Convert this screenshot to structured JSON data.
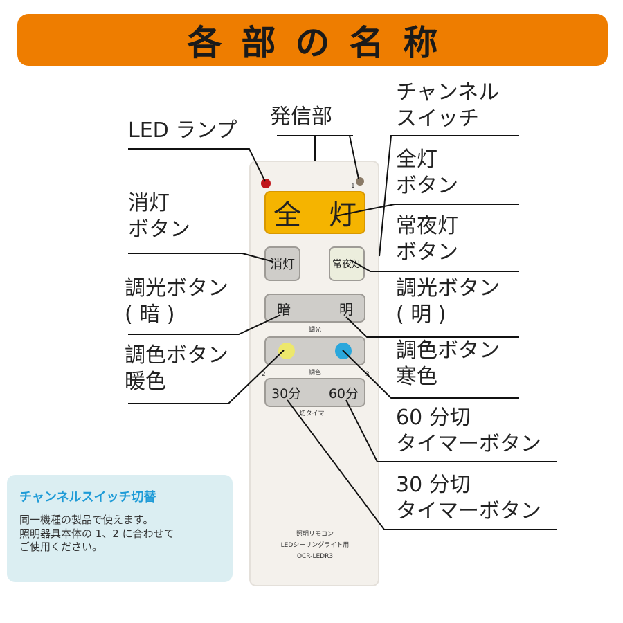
{
  "title": "各部の名称",
  "remote": {
    "channel_mark_1": "1",
    "channel_mark_2": "2",
    "channel_mark_3": "3",
    "full_light": "全　灯",
    "off": "消灯",
    "night": "常夜灯",
    "dim_dark": "暗",
    "dim_bright": "明",
    "dim_group": "調光",
    "color_group": "調色",
    "timer_30": "30分",
    "timer_60": "60分",
    "timer_group": "切タイマー",
    "product_line1": "照明リモコン",
    "product_line2": "LEDシーリングライト用",
    "product_line3": "OCR-LEDR3",
    "colors": {
      "led": "#c0161b",
      "full_button": "#f5b400",
      "warm": "#ede86c",
      "cool": "#2aa7dc"
    }
  },
  "labels": {
    "led_lamp": "LED ランプ",
    "transmitter": "発信部",
    "channel_switch": "チャンネル\nスイッチ",
    "full_light_button": "全灯\nボタン",
    "off_button": "消灯\nボタン",
    "night_button": "常夜灯\nボタン",
    "dim_dark": "調光ボタン\n( 暗 )",
    "dim_bright": "調光ボタン\n( 明 )",
    "warm": "調色ボタン\n暖色",
    "cool": "調色ボタン\n寒色",
    "timer60": "60 分切\nタイマーボタン",
    "timer30": "30 分切\nタイマーボタン"
  },
  "note": {
    "title": "チャンネルスイッチ切替",
    "body": "同一機種の製品で使えます。\n照明器具本体の 1、2 に合わせて\nご使用ください。"
  }
}
